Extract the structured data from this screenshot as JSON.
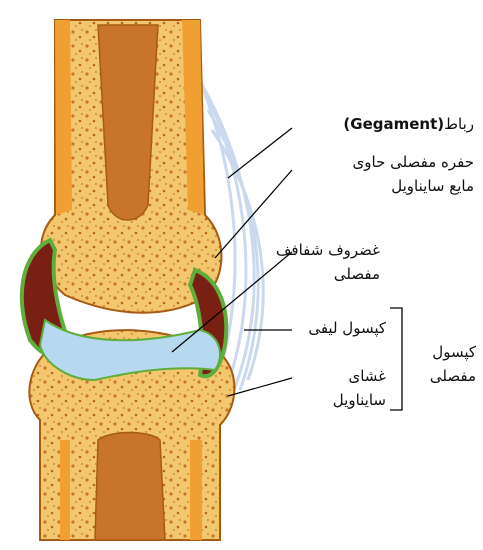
{
  "labels": {
    "ligament_fa": "رباط",
    "ligament_en": "(Gegament)",
    "joint_cavity_line1": "حفره مفصلی حاوی",
    "joint_cavity_line2": "مایع سایناویل",
    "cartilage_line1": "غضروف شفافف",
    "cartilage_line2": "مفصلی",
    "fibrous_capsule": "کپسول لیفی",
    "synovial_membrane_line1": "غشای",
    "synovial_membrane_line2": "سایناویل",
    "joint_capsule_line1": "کپسول",
    "joint_capsule_line2": "مفصلی"
  },
  "colors": {
    "bone_outer": "#f0a032",
    "bone_spongy": "#f3c76e",
    "bone_edge": "#a55c12",
    "marrow": "#c8742a",
    "cartilage": "#b7d9ef",
    "cavity": "#7a1f14",
    "membrane": "#5fae3c",
    "ligament": "#c9d7ee",
    "leader_line": "#000000"
  }
}
